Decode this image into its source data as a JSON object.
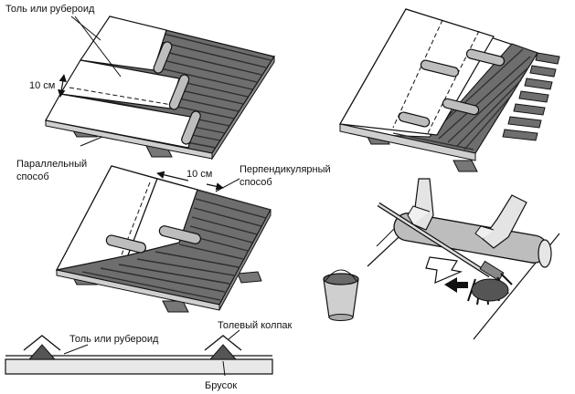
{
  "labels": {
    "tol_ili_ruberoid_top": "Толь или рубероид",
    "dim_10cm_left": "10 см",
    "parallel_1": "Параллельный",
    "parallel_2": "способ",
    "dim_10cm_mid": "10 см",
    "perp_1": "Перпендикулярный",
    "perp_2": "способ",
    "tol_ili_ruberoid_bottom": "Толь или рубероид",
    "tolevy_kolpak": "Толевый колпак",
    "brusok": "Брусок"
  },
  "colors": {
    "ink": "#111111",
    "plank": "#6e6e6e",
    "plank_dark": "#3e3e3e",
    "paper": "#ffffff",
    "shadow": "#9a9a9a",
    "ridge": "#4a4a4a"
  }
}
